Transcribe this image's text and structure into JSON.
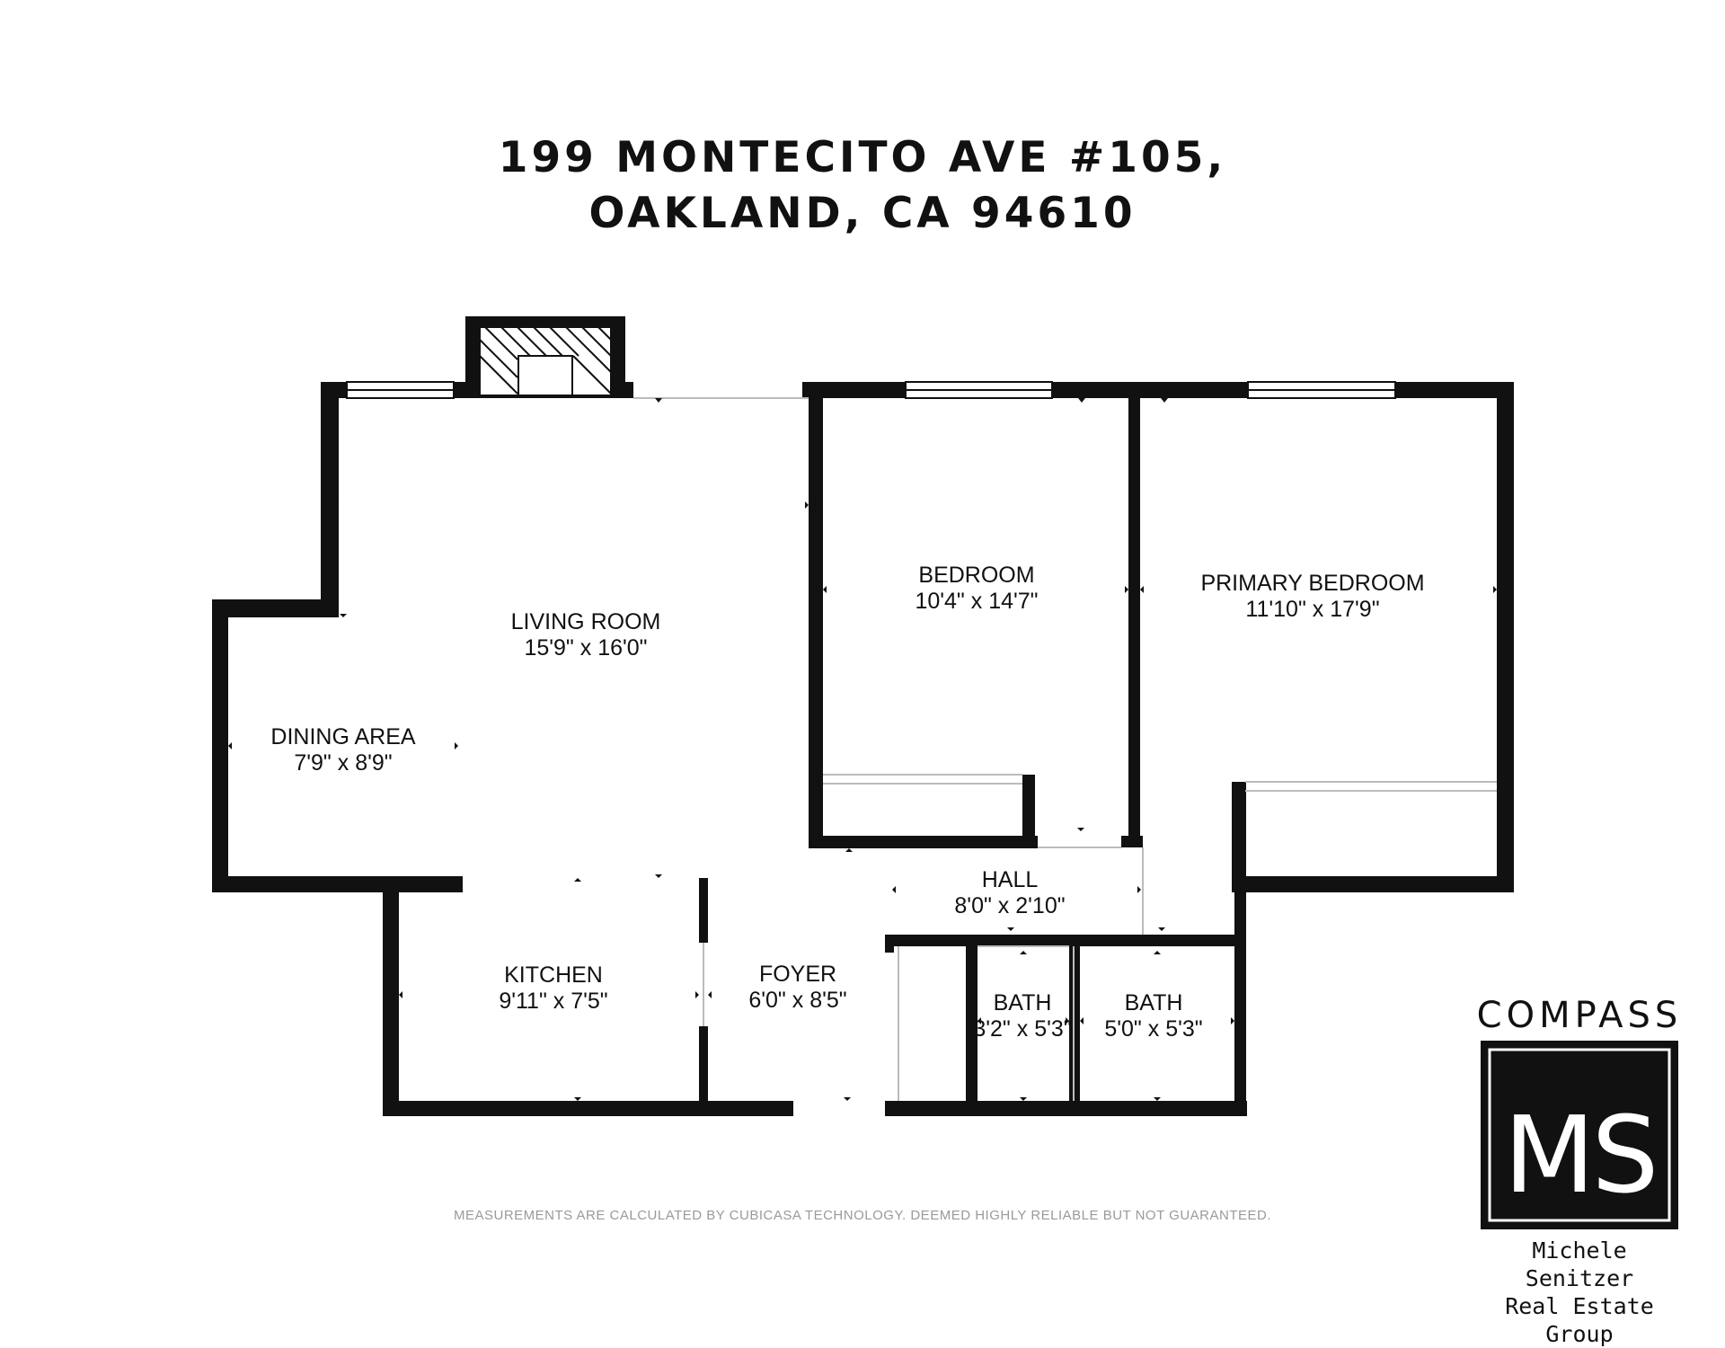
{
  "title": {
    "line1": "199 MONTECITO AVE #105,",
    "line2": "OAKLAND, CA 94610"
  },
  "rooms": {
    "living_room": {
      "name": "LIVING ROOM",
      "dims": "15'9\" x 16'0\""
    },
    "dining_area": {
      "name": "DINING AREA",
      "dims": "7'9\" x 8'9\""
    },
    "bedroom": {
      "name": "BEDROOM",
      "dims": "10'4\" x 14'7\""
    },
    "primary_bedroom": {
      "name": "PRIMARY BEDROOM",
      "dims": "11'10\" x 17'9\""
    },
    "hall": {
      "name": "HALL",
      "dims": "8'0\" x 2'10\""
    },
    "kitchen": {
      "name": "KITCHEN",
      "dims": "9'11\" x 7'5\""
    },
    "foyer": {
      "name": "FOYER",
      "dims": "6'0\" x 8'5\""
    },
    "bath_1": {
      "name": "BATH",
      "dims": "3'2\" x 5'3\""
    },
    "bath_2": {
      "name": "BATH",
      "dims": "5'0\" x 5'3\""
    }
  },
  "disclaimer": "MEASUREMENTS ARE CALCULATED BY CUBICASA TECHNOLOGY. DEEMED HIGHLY RELIABLE BUT NOT GUARANTEED.",
  "logo": {
    "brand": "COMPASS",
    "monogram": "MS",
    "team_line1": "Michele Senitzer",
    "team_line2": "Real Estate Group"
  },
  "colors": {
    "wall": "#111111",
    "background": "#ffffff",
    "window": "#cfcfcf",
    "disclaimer": "#9a9a9a"
  }
}
